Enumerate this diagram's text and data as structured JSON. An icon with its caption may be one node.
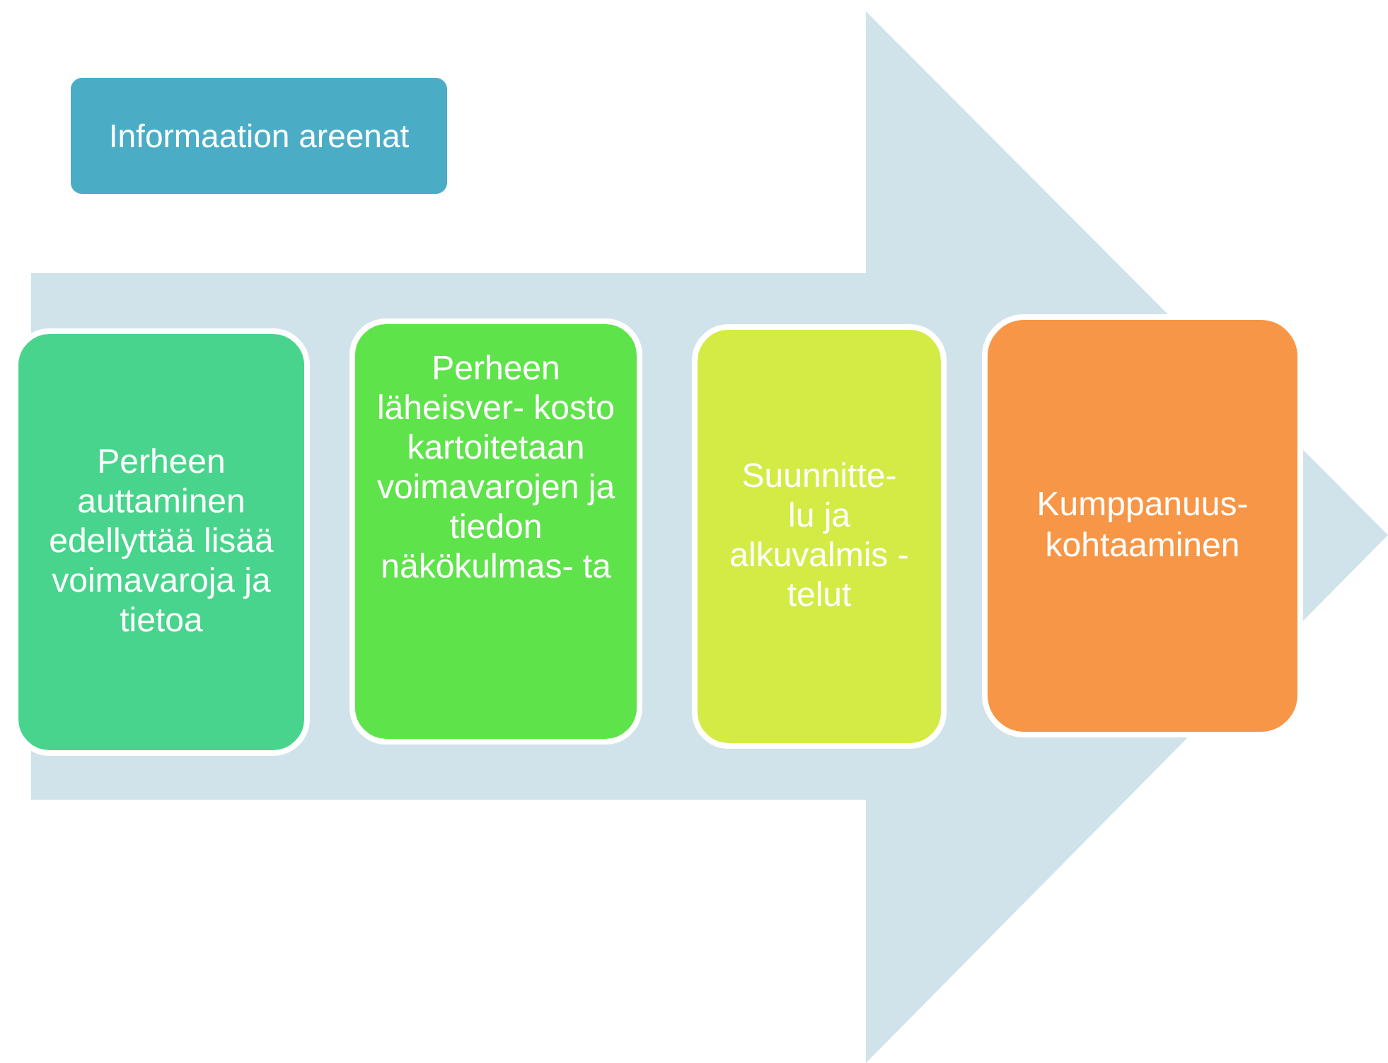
{
  "diagram": {
    "nodes": [
      {
        "text": [
          "Informaation areenat"
        ]
      },
      {
        "text": [
          "Perheen auttaminen edellyttää lisää voimavaroja ja tietoa"
        ]
      },
      {
        "text": [
          "Perheen läheisver- kosto kartoitetaan voimavarojen ja tiedon näkökulmas- ta"
        ]
      },
      {
        "text": [
          "Suunnitte- lu ja alkuvalmis -telut"
        ]
      },
      {
        "text": [
          "Kumppanuus- kohtaaminen"
        ]
      }
    ],
    "edges": []
  }
}
